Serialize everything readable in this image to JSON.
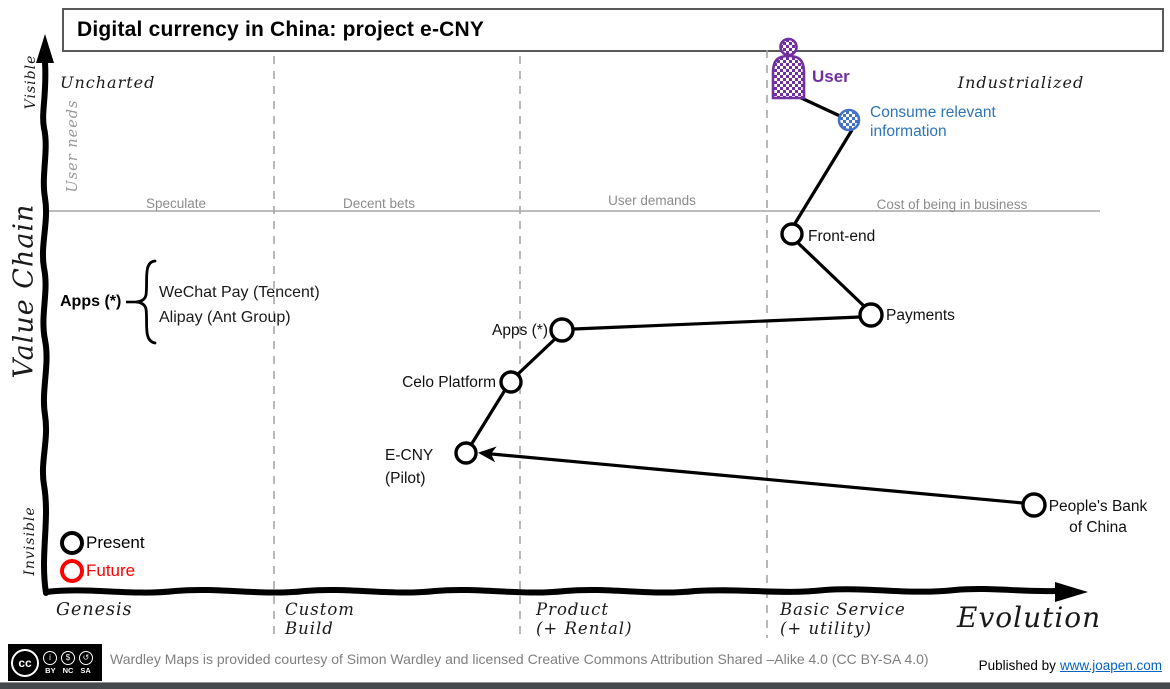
{
  "title": "Digital currency in China: project e-CNY",
  "frame": {
    "visible_label": "Visible",
    "invisible_label": "Invisible",
    "value_chain_label": "Value Chain",
    "user_needs_label": "User needs",
    "evolution_label": "Evolution",
    "uncharted_label": "Uncharted",
    "industrialized_label": "Industrialized",
    "band_labels": {
      "speculate": "Speculate",
      "decent_bets": "Decent bets",
      "user_demands": "User demands",
      "cost_of_business": "Cost of being in business"
    },
    "stages": {
      "genesis": "Genesis",
      "custom_line1": "Custom",
      "custom_line2": "Build",
      "product_line1": "Product",
      "product_line2": "(+ Rental)",
      "basic_line1": "Basic Service",
      "basic_line2": "(+ utility)"
    }
  },
  "nodes": {
    "user": "User",
    "consume_line1": "Consume relevant",
    "consume_line2": "information",
    "front_end": "Front-end",
    "payments": "Payments",
    "apps": "Apps (*)",
    "celo": "Celo Platform",
    "ecny_line1": "E-CNY",
    "ecny_line2": "(Pilot)",
    "pboc_line1": "People's Bank",
    "pboc_line2": "of China"
  },
  "legend": {
    "present": "Present",
    "future": "Future"
  },
  "annotation": {
    "label": "Apps (*)",
    "item_1": "WeChat Pay (Tencent)",
    "item_2": "Alipay (Ant Group)"
  },
  "footer": {
    "license_text": "Wardley Maps is provided courtesy of Simon Wardley and licensed  Creative Commons Attribution Shared –Alike 4.0 (CC BY-SA 4.0)",
    "published_by": "Published by",
    "link": "www.joapen.com",
    "badge": {
      "cc": "cc",
      "by": "BY",
      "nc": "NC",
      "sa": "SA"
    }
  },
  "colors": {
    "user_purple": "#7030A0",
    "consume_blue": "#4472C4",
    "consume_text_blue": "#2E75B6",
    "future_red": "#FF0000",
    "band_gray": "#8C8C8C",
    "link_blue": "#0563C1"
  }
}
